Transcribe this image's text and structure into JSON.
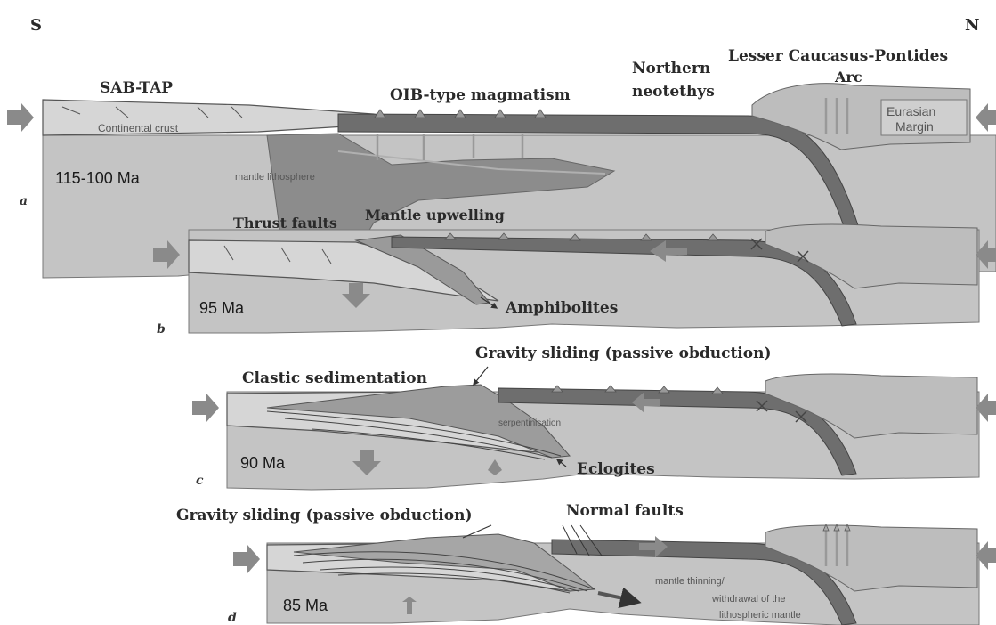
{
  "compass": {
    "south": "S",
    "north": "N"
  },
  "colors": {
    "crust": "#d4d4d4",
    "mantle": "#c4c4c4",
    "slab": "#6e6e6e",
    "arrow": "#8a8a8a",
    "line": "#555555",
    "text": "#2a2a2a"
  },
  "panel_a": {
    "letter": "a",
    "age": "115-100 Ma",
    "labels": {
      "sab_tap": "SAB-TAP",
      "oib": "OIB-type magmatism",
      "northern": "Northern",
      "neotethys": "neotethys",
      "arc_line1": "Lesser Caucasus-Pontides",
      "arc_line2": "Arc",
      "continental_crust": "Continental   crust",
      "mantle_lithosphere": "mantle lithosphere",
      "eurasian1": "Eurasian",
      "eurasian2": "Margin"
    }
  },
  "panel_b": {
    "letter": "b",
    "age": "95 Ma",
    "labels": {
      "thrust": "Thrust faults",
      "upwelling": "Mantle upwelling",
      "amphibolites": "Amphibolites"
    }
  },
  "panel_c": {
    "letter": "c",
    "age": "90 Ma",
    "labels": {
      "gravity": "Gravity sliding (passive obduction)",
      "clastic": "Clastic sedimentation",
      "serpentinisation": "serpentinisation",
      "eclogites": "Eclogites"
    }
  },
  "panel_d": {
    "letter": "d",
    "age": "85 Ma",
    "labels": {
      "gravity": "Gravity sliding (passive obduction)",
      "normal": "Normal faults",
      "thinning": "mantle thinning/",
      "withdrawal1": "withdrawal of the",
      "withdrawal2": "lithospheric mantle"
    }
  }
}
